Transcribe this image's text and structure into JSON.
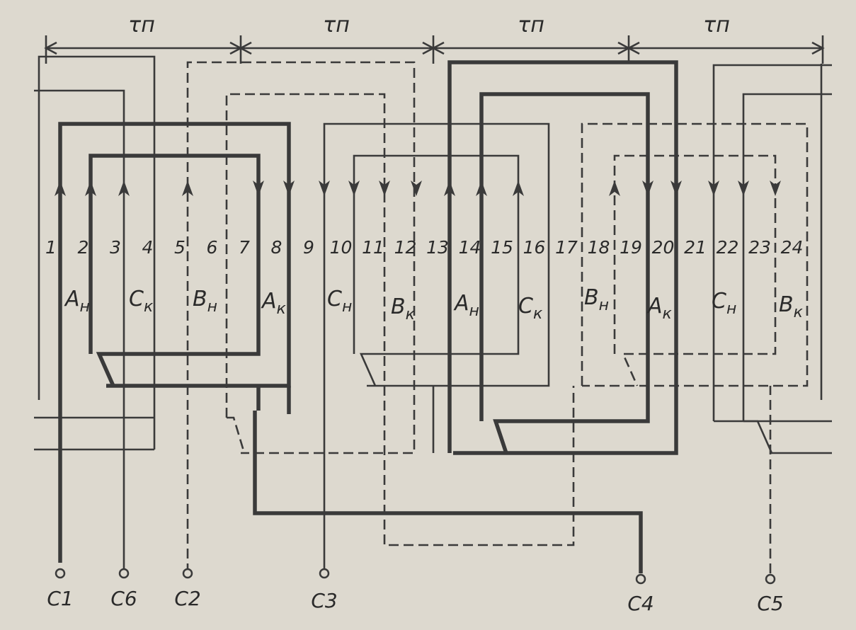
{
  "diagram": {
    "pole_pitch_label": "τп",
    "pole_pitch_count": 4,
    "slots": [
      "1",
      "2",
      "3",
      "4",
      "5",
      "6",
      "7",
      "8",
      "9",
      "10",
      "11",
      "12",
      "13",
      "14",
      "15",
      "16",
      "17",
      "18",
      "19",
      "20",
      "21",
      "22",
      "23",
      "24"
    ],
    "phase_labels": [
      {
        "phase": "А",
        "sub": "н"
      },
      {
        "phase": "С",
        "sub": "к"
      },
      {
        "phase": "В",
        "sub": "н"
      },
      {
        "phase": "А",
        "sub": "к"
      },
      {
        "phase": "С",
        "sub": "н"
      },
      {
        "phase": "В",
        "sub": "к"
      },
      {
        "phase": "А",
        "sub": "н"
      },
      {
        "phase": "С",
        "sub": "к"
      },
      {
        "phase": "В",
        "sub": "н"
      },
      {
        "phase": "А",
        "sub": "к"
      },
      {
        "phase": "С",
        "sub": "н"
      },
      {
        "phase": "В",
        "sub": "к"
      }
    ],
    "terminals": [
      "C1",
      "C6",
      "C2",
      "C3",
      "C4",
      "C5"
    ]
  }
}
